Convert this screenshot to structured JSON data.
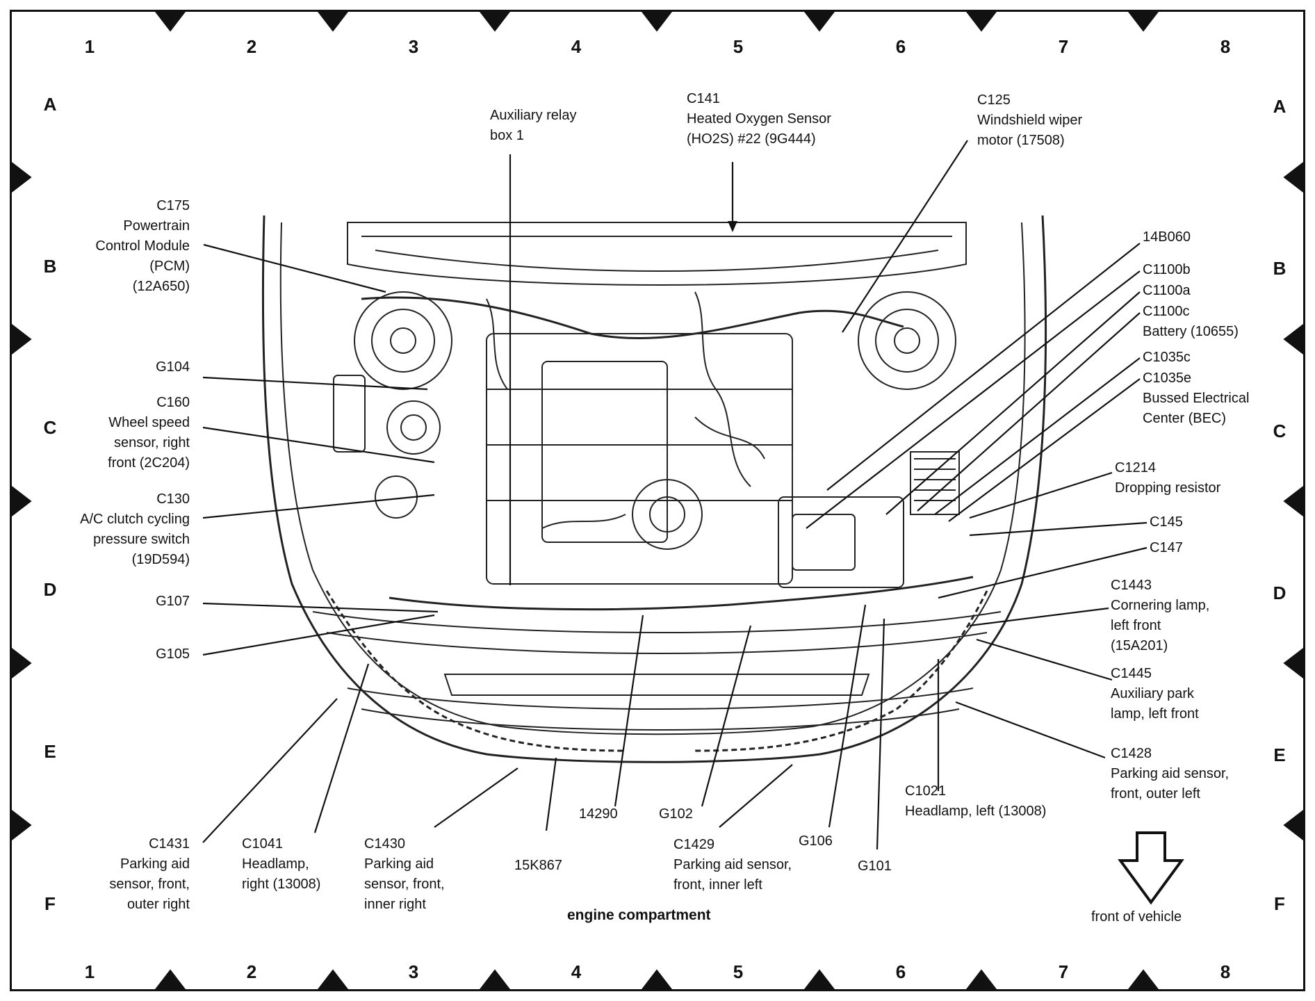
{
  "grid": {
    "columns": [
      "1",
      "2",
      "3",
      "4",
      "5",
      "6",
      "7",
      "8"
    ],
    "rows": [
      "A",
      "B",
      "C",
      "D",
      "E",
      "F"
    ]
  },
  "labels": {
    "aux_relay": "Auxiliary relay\nbox 1",
    "c141": "C141\nHeated Oxygen Sensor\n(HO2S) #22 (9G444)",
    "c125": "C125\nWindshield wiper\nmotor (17508)",
    "c175": "C175\nPowertrain\nControl Module\n(PCM)\n(12A650)",
    "g104": "G104",
    "c160": "C160\nWheel speed\nsensor, right\nfront (2C204)",
    "c130": "C130\nA/C clutch cycling\npressure switch\n(19D594)",
    "g107": "G107",
    "g105": "G105",
    "b14b060": "14B060",
    "c1100b": "C1100b",
    "c1100a": "C1100a",
    "c1100c": "C1100c\nBattery (10655)",
    "c1035c": "C1035c",
    "c1035e": "C1035e\nBussed Electrical\nCenter (BEC)",
    "c1214": "C1214\nDropping resistor",
    "c145": "C145",
    "c147": "C147",
    "c1443": "C1443\nCornering lamp,\nleft front\n(15A201)",
    "c1445": "C1445\nAuxiliary park\nlamp, left front",
    "c1428": "C1428\nParking aid sensor,\nfront, outer left",
    "c1021": "C1021\nHeadlamp, left (13008)",
    "c1431": "C1431\nParking aid\nsensor, front,\nouter right",
    "c1041": "C1041\nHeadlamp,\nright (13008)",
    "c1430": "C1430\nParking aid\nsensor, front,\ninner right",
    "k15k867": "15K867",
    "n14290": "14290",
    "g102": "G102",
    "c1429": "C1429\nParking aid sensor,\nfront, inner left",
    "g106": "G106",
    "g101": "G101"
  },
  "caption": "engine compartment",
  "front_label": "front of vehicle"
}
